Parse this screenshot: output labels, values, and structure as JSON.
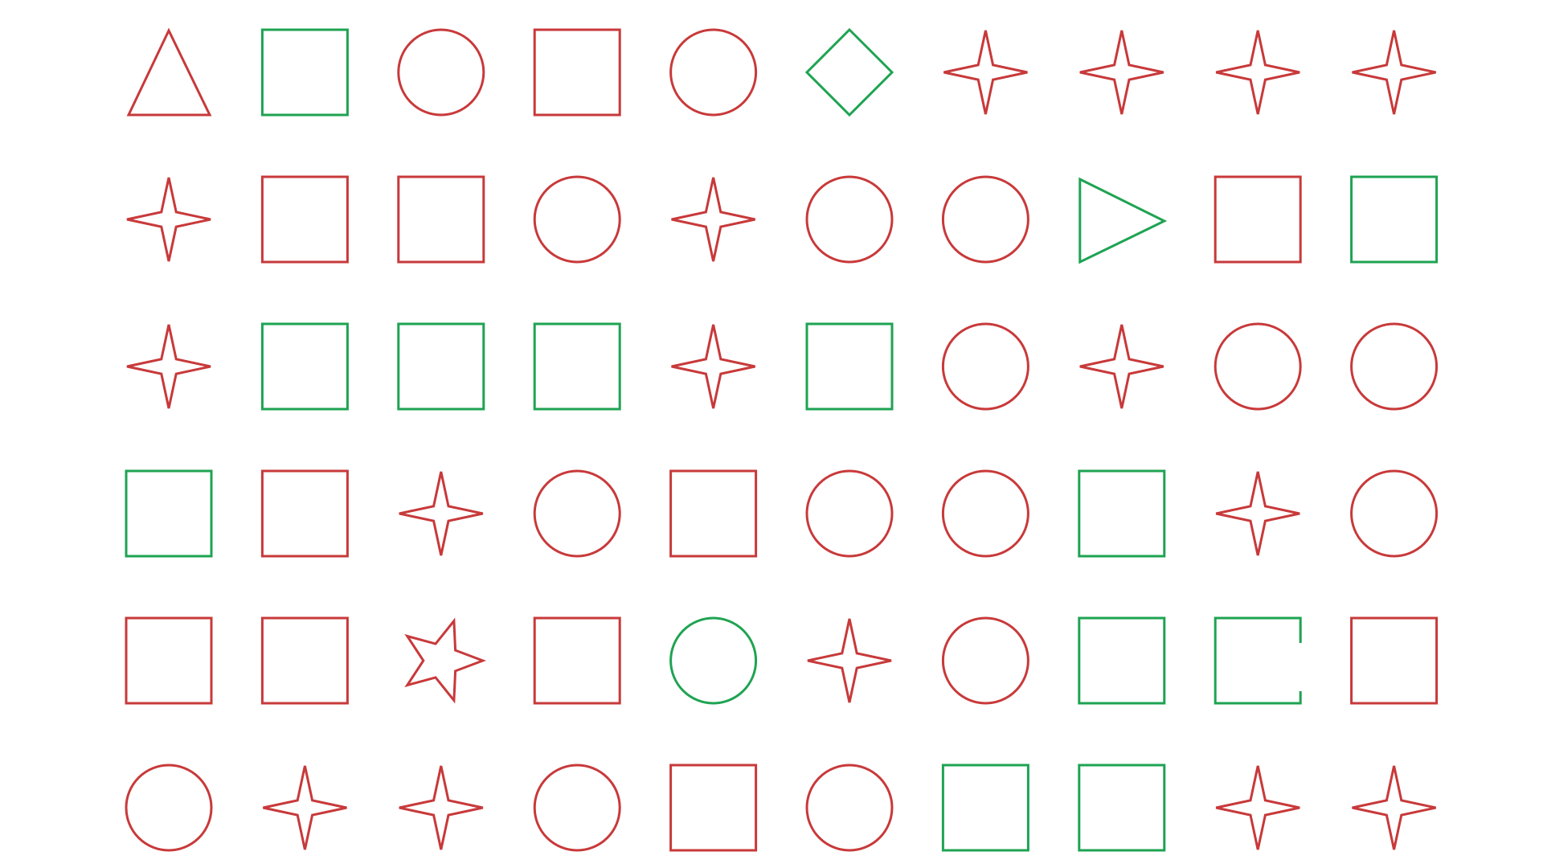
{
  "colors": {
    "red": "#c8393a",
    "green": "#1ea352",
    "background": "#ffffff"
  },
  "grid": {
    "rows": 6,
    "columns": 10,
    "shapes": [
      [
        {
          "shape": "triangle",
          "color": "red"
        },
        {
          "shape": "square",
          "color": "green"
        },
        {
          "shape": "circle",
          "color": "red"
        },
        {
          "shape": "square",
          "color": "red"
        },
        {
          "shape": "circle",
          "color": "red"
        },
        {
          "shape": "diamond",
          "color": "green"
        },
        {
          "shape": "four-point-star",
          "color": "red"
        },
        {
          "shape": "four-point-star",
          "color": "red"
        },
        {
          "shape": "four-point-star",
          "color": "red"
        },
        {
          "shape": "four-point-star",
          "color": "red"
        }
      ],
      [
        {
          "shape": "four-point-star",
          "color": "red"
        },
        {
          "shape": "square",
          "color": "red"
        },
        {
          "shape": "square",
          "color": "red"
        },
        {
          "shape": "circle",
          "color": "red"
        },
        {
          "shape": "four-point-star",
          "color": "red"
        },
        {
          "shape": "circle",
          "color": "red"
        },
        {
          "shape": "circle",
          "color": "red"
        },
        {
          "shape": "triangle-right",
          "color": "green"
        },
        {
          "shape": "square",
          "color": "red"
        },
        {
          "shape": "square",
          "color": "green"
        }
      ],
      [
        {
          "shape": "four-point-star",
          "color": "red"
        },
        {
          "shape": "square",
          "color": "green"
        },
        {
          "shape": "square",
          "color": "green"
        },
        {
          "shape": "square",
          "color": "green"
        },
        {
          "shape": "four-point-star",
          "color": "red"
        },
        {
          "shape": "square",
          "color": "green"
        },
        {
          "shape": "circle",
          "color": "red"
        },
        {
          "shape": "four-point-star",
          "color": "red"
        },
        {
          "shape": "circle",
          "color": "red"
        },
        {
          "shape": "circle",
          "color": "red"
        }
      ],
      [
        {
          "shape": "square",
          "color": "green"
        },
        {
          "shape": "square",
          "color": "red"
        },
        {
          "shape": "four-point-star",
          "color": "red"
        },
        {
          "shape": "circle",
          "color": "red"
        },
        {
          "shape": "square",
          "color": "red"
        },
        {
          "shape": "circle",
          "color": "red"
        },
        {
          "shape": "circle",
          "color": "red"
        },
        {
          "shape": "square",
          "color": "green"
        },
        {
          "shape": "four-point-star",
          "color": "red"
        },
        {
          "shape": "circle",
          "color": "red"
        }
      ],
      [
        {
          "shape": "square",
          "color": "red"
        },
        {
          "shape": "square",
          "color": "red"
        },
        {
          "shape": "five-point-star",
          "color": "red"
        },
        {
          "shape": "square",
          "color": "red"
        },
        {
          "shape": "circle",
          "color": "green"
        },
        {
          "shape": "four-point-star",
          "color": "red"
        },
        {
          "shape": "circle",
          "color": "red"
        },
        {
          "shape": "square",
          "color": "green"
        },
        {
          "shape": "open-square",
          "color": "green"
        },
        {
          "shape": "square",
          "color": "red"
        }
      ],
      [
        {
          "shape": "circle",
          "color": "red"
        },
        {
          "shape": "four-point-star",
          "color": "red"
        },
        {
          "shape": "four-point-star",
          "color": "red"
        },
        {
          "shape": "circle",
          "color": "red"
        },
        {
          "shape": "square",
          "color": "red"
        },
        {
          "shape": "circle",
          "color": "red"
        },
        {
          "shape": "square",
          "color": "green"
        },
        {
          "shape": "square",
          "color": "green"
        },
        {
          "shape": "four-point-star",
          "color": "red"
        },
        {
          "shape": "four-point-star",
          "color": "red"
        }
      ]
    ]
  }
}
